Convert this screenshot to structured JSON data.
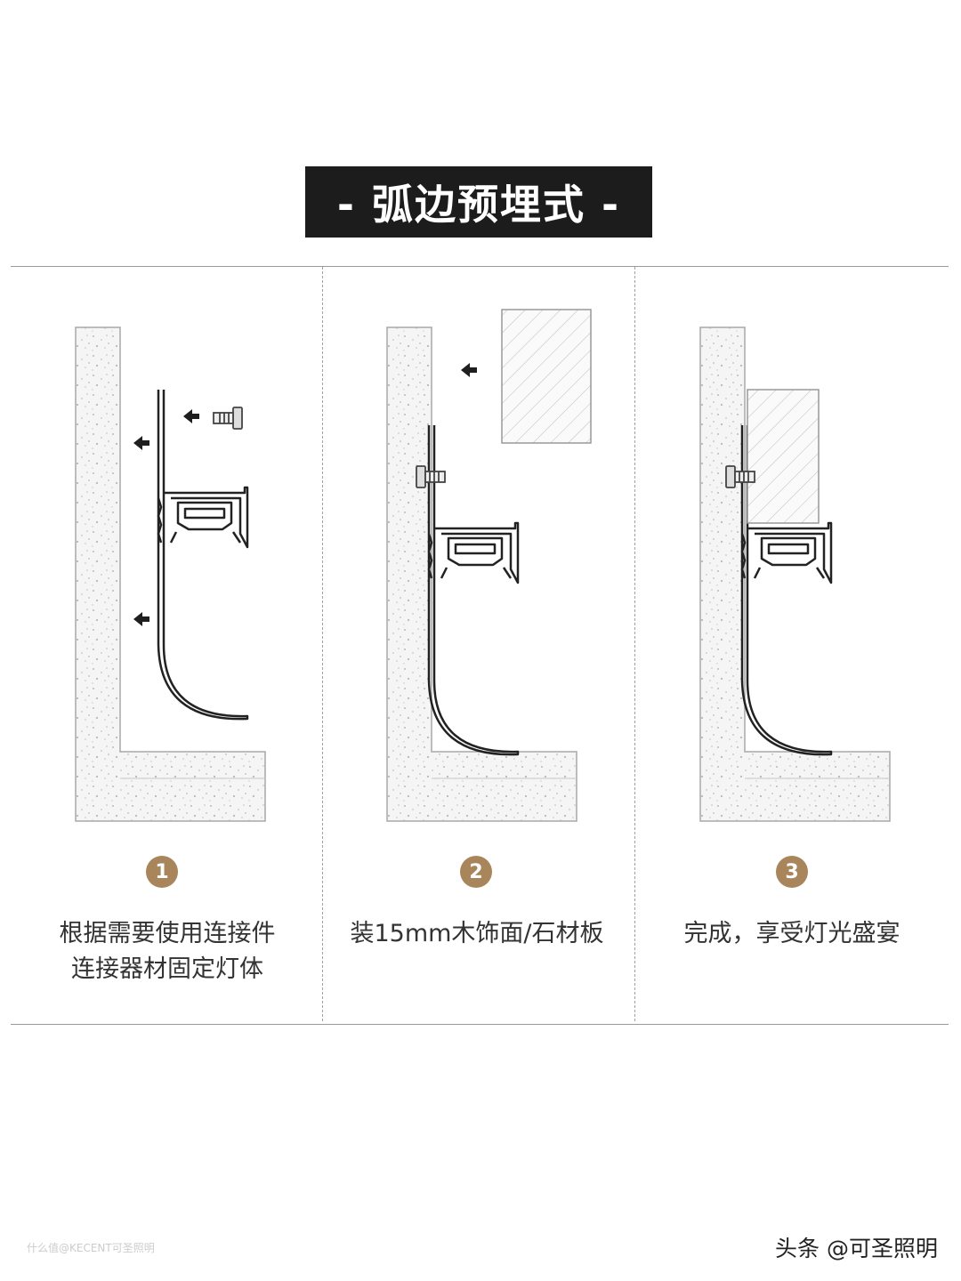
{
  "title": "- 弧边预埋式 -",
  "steps": [
    {
      "number": "1",
      "caption_lines": [
        "根据需要使用连接件",
        "连接器材固定灯体"
      ]
    },
    {
      "number": "2",
      "caption_lines": [
        "装15mm木饰面/石材板"
      ]
    },
    {
      "number": "3",
      "caption_lines": [
        "完成，享受灯光盛宴"
      ]
    }
  ],
  "footer": {
    "watermark_right": "头条 @可圣照明",
    "watermark_left": "什么值@KECENT可圣照明"
  },
  "colors": {
    "title_bg": "#1c1c1c",
    "badge": "#a8855a",
    "profile": "#222222",
    "wall_fill": "#f5f5f5"
  }
}
